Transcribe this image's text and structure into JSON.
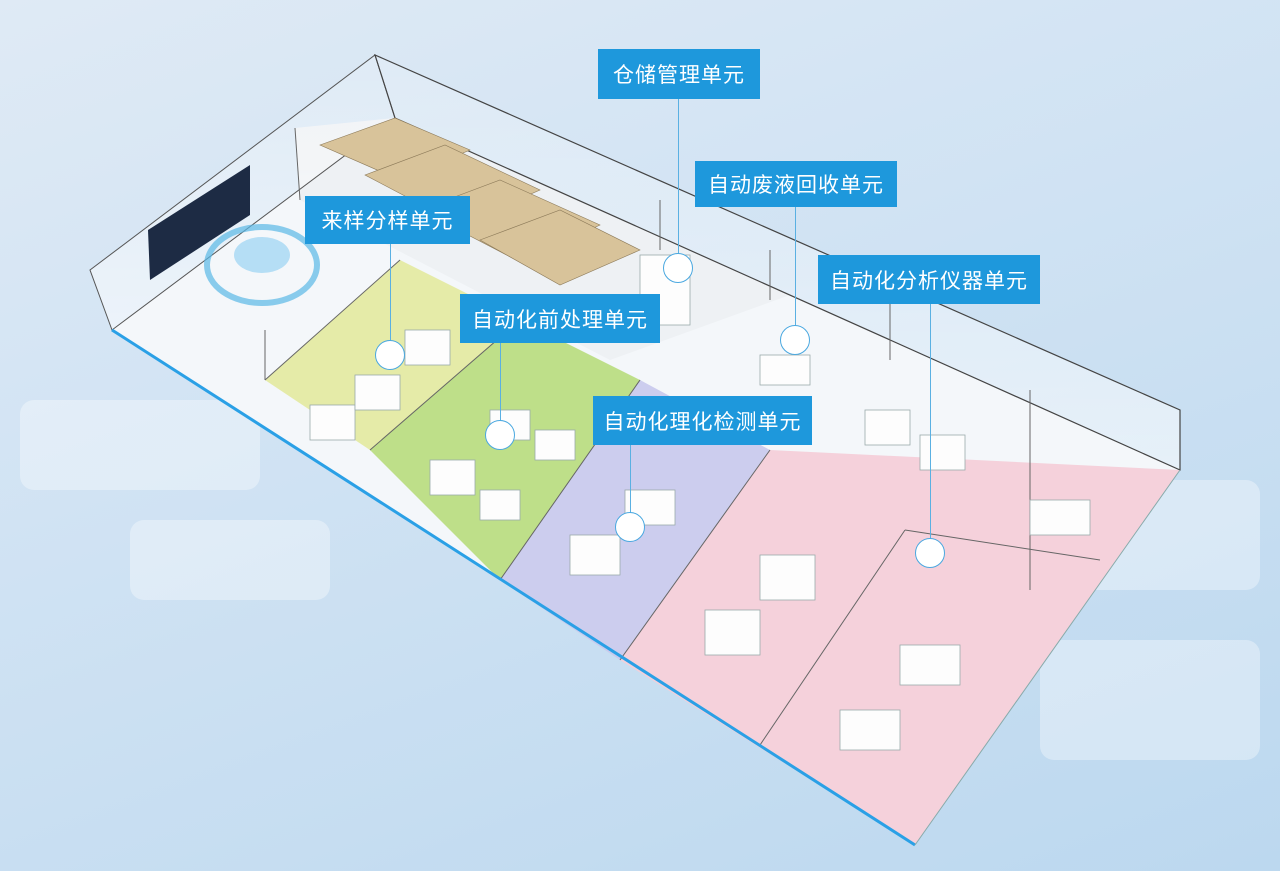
{
  "units": [
    {
      "id": "storage",
      "label": "仓储管理单元"
    },
    {
      "id": "waste-liquid",
      "label": "自动废液回收单元"
    },
    {
      "id": "sample-receiving",
      "label": "来样分样单元"
    },
    {
      "id": "analyzer",
      "label": "自动化分析仪器单元"
    },
    {
      "id": "pretreatment",
      "label": "自动化前处理单元"
    },
    {
      "id": "physchem-test",
      "label": "自动化理化检测单元"
    }
  ],
  "colors": {
    "label_bg": "#1e98dc",
    "zone_yellow": "#dfe79a",
    "zone_green": "#b9dc7e",
    "zone_purple": "#c9c9ea",
    "zone_pink": "#f3cfd8",
    "floor_edge": "#2aa0e6"
  }
}
